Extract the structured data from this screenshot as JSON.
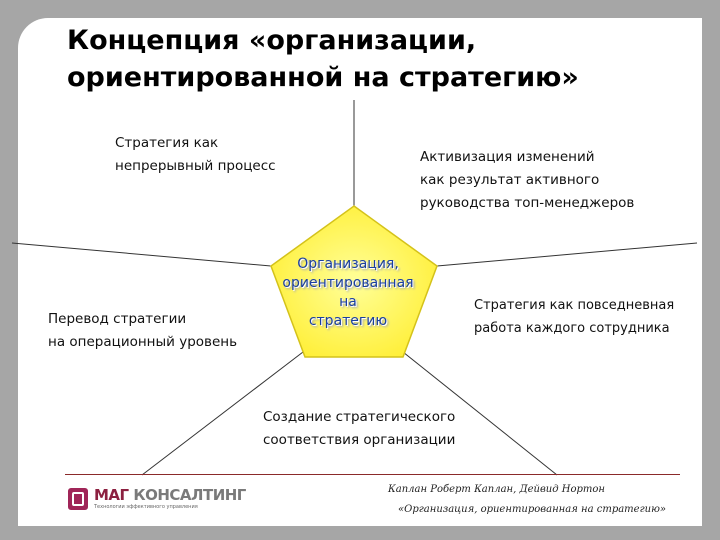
{
  "title": {
    "line1": "Концепция «организации,",
    "line2": "ориентированной на стратегию»"
  },
  "center": {
    "line1": "Организация,",
    "line2": "ориентированная",
    "line3": "на",
    "line4": "стратегию"
  },
  "labels": {
    "continuous": [
      "Стратегия как",
      "непрерывный процесс"
    ],
    "activation": [
      "Активизация изменений",
      "как результат активного",
      "руководства топ-менеджеров"
    ],
    "translation": [
      "Перевод стратегии",
      "на операционный уровень"
    ],
    "everyday": [
      "Стратегия как повседневная",
      "работа каждого сотрудника"
    ],
    "alignment": [
      "Создание стратегического",
      "соответствия организации"
    ]
  },
  "footer": {
    "logo_part1": "МАГ",
    "logo_part2": "КОНСАЛТИНГ",
    "logo_tagline": "Технологии эффективного управления",
    "authors": "Каплан Роберт Каплан, Дейвид Нортон",
    "book": "«Организация, ориентированная на стратегию»"
  },
  "colors": {
    "pentagon_fill": "#ffff66",
    "pentagon_stroke": "#d4c21a",
    "center_text": "#1a3fa0",
    "footer_line": "#8b2a2a",
    "logo_accent": "#8c2040"
  }
}
